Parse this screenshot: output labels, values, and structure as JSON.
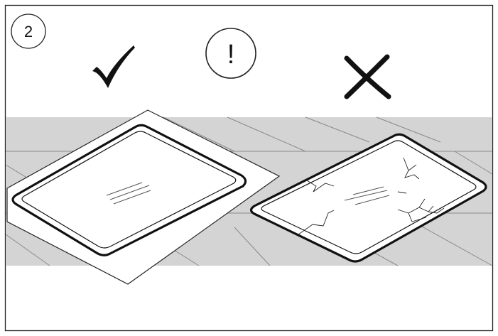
{
  "step": {
    "number": "2"
  },
  "notice": {
    "symbol": "!",
    "icon": "exclamation-circle-icon"
  },
  "correct": {
    "icon": "checkmark-icon",
    "meaning": "correct"
  },
  "incorrect": {
    "icon": "cross-icon",
    "meaning": "incorrect"
  },
  "colors": {
    "frame": "#222222",
    "floor": "#d4d4d4",
    "floor_lines": "#8a8a8a",
    "paper": "#ffffff",
    "glass": "#ffffff",
    "ink": "#111111"
  }
}
